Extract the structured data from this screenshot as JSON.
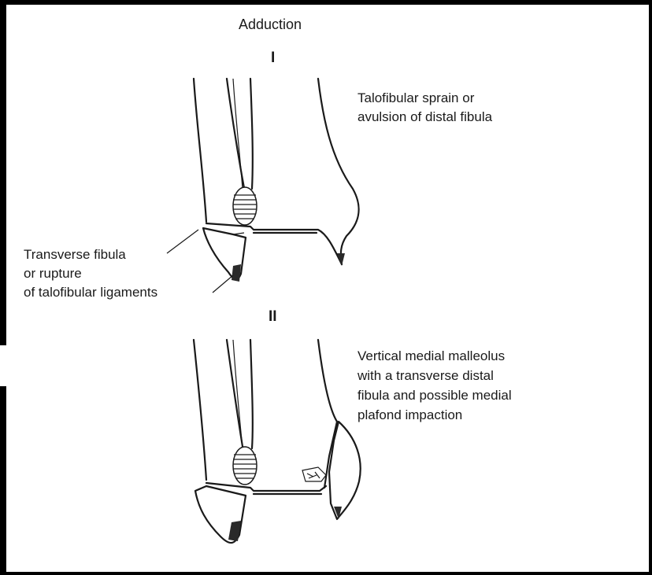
{
  "figure": {
    "title": "Adduction",
    "stages": [
      {
        "numeral": "I",
        "description_lines": [
          "Talofibular sprain or",
          "avulsion of distal fibula"
        ],
        "callout_lines": [
          "Transverse fibula",
          "or rupture",
          "of talofibular ligaments"
        ]
      },
      {
        "numeral": "II",
        "description_lines": [
          "Vertical medial malleolus",
          "with a transverse distal",
          "fibula and possible medial",
          "plafond impaction"
        ]
      }
    ]
  },
  "colors": {
    "background": "#000000",
    "panel": "#ffffff",
    "ink": "#1a1a1a"
  }
}
